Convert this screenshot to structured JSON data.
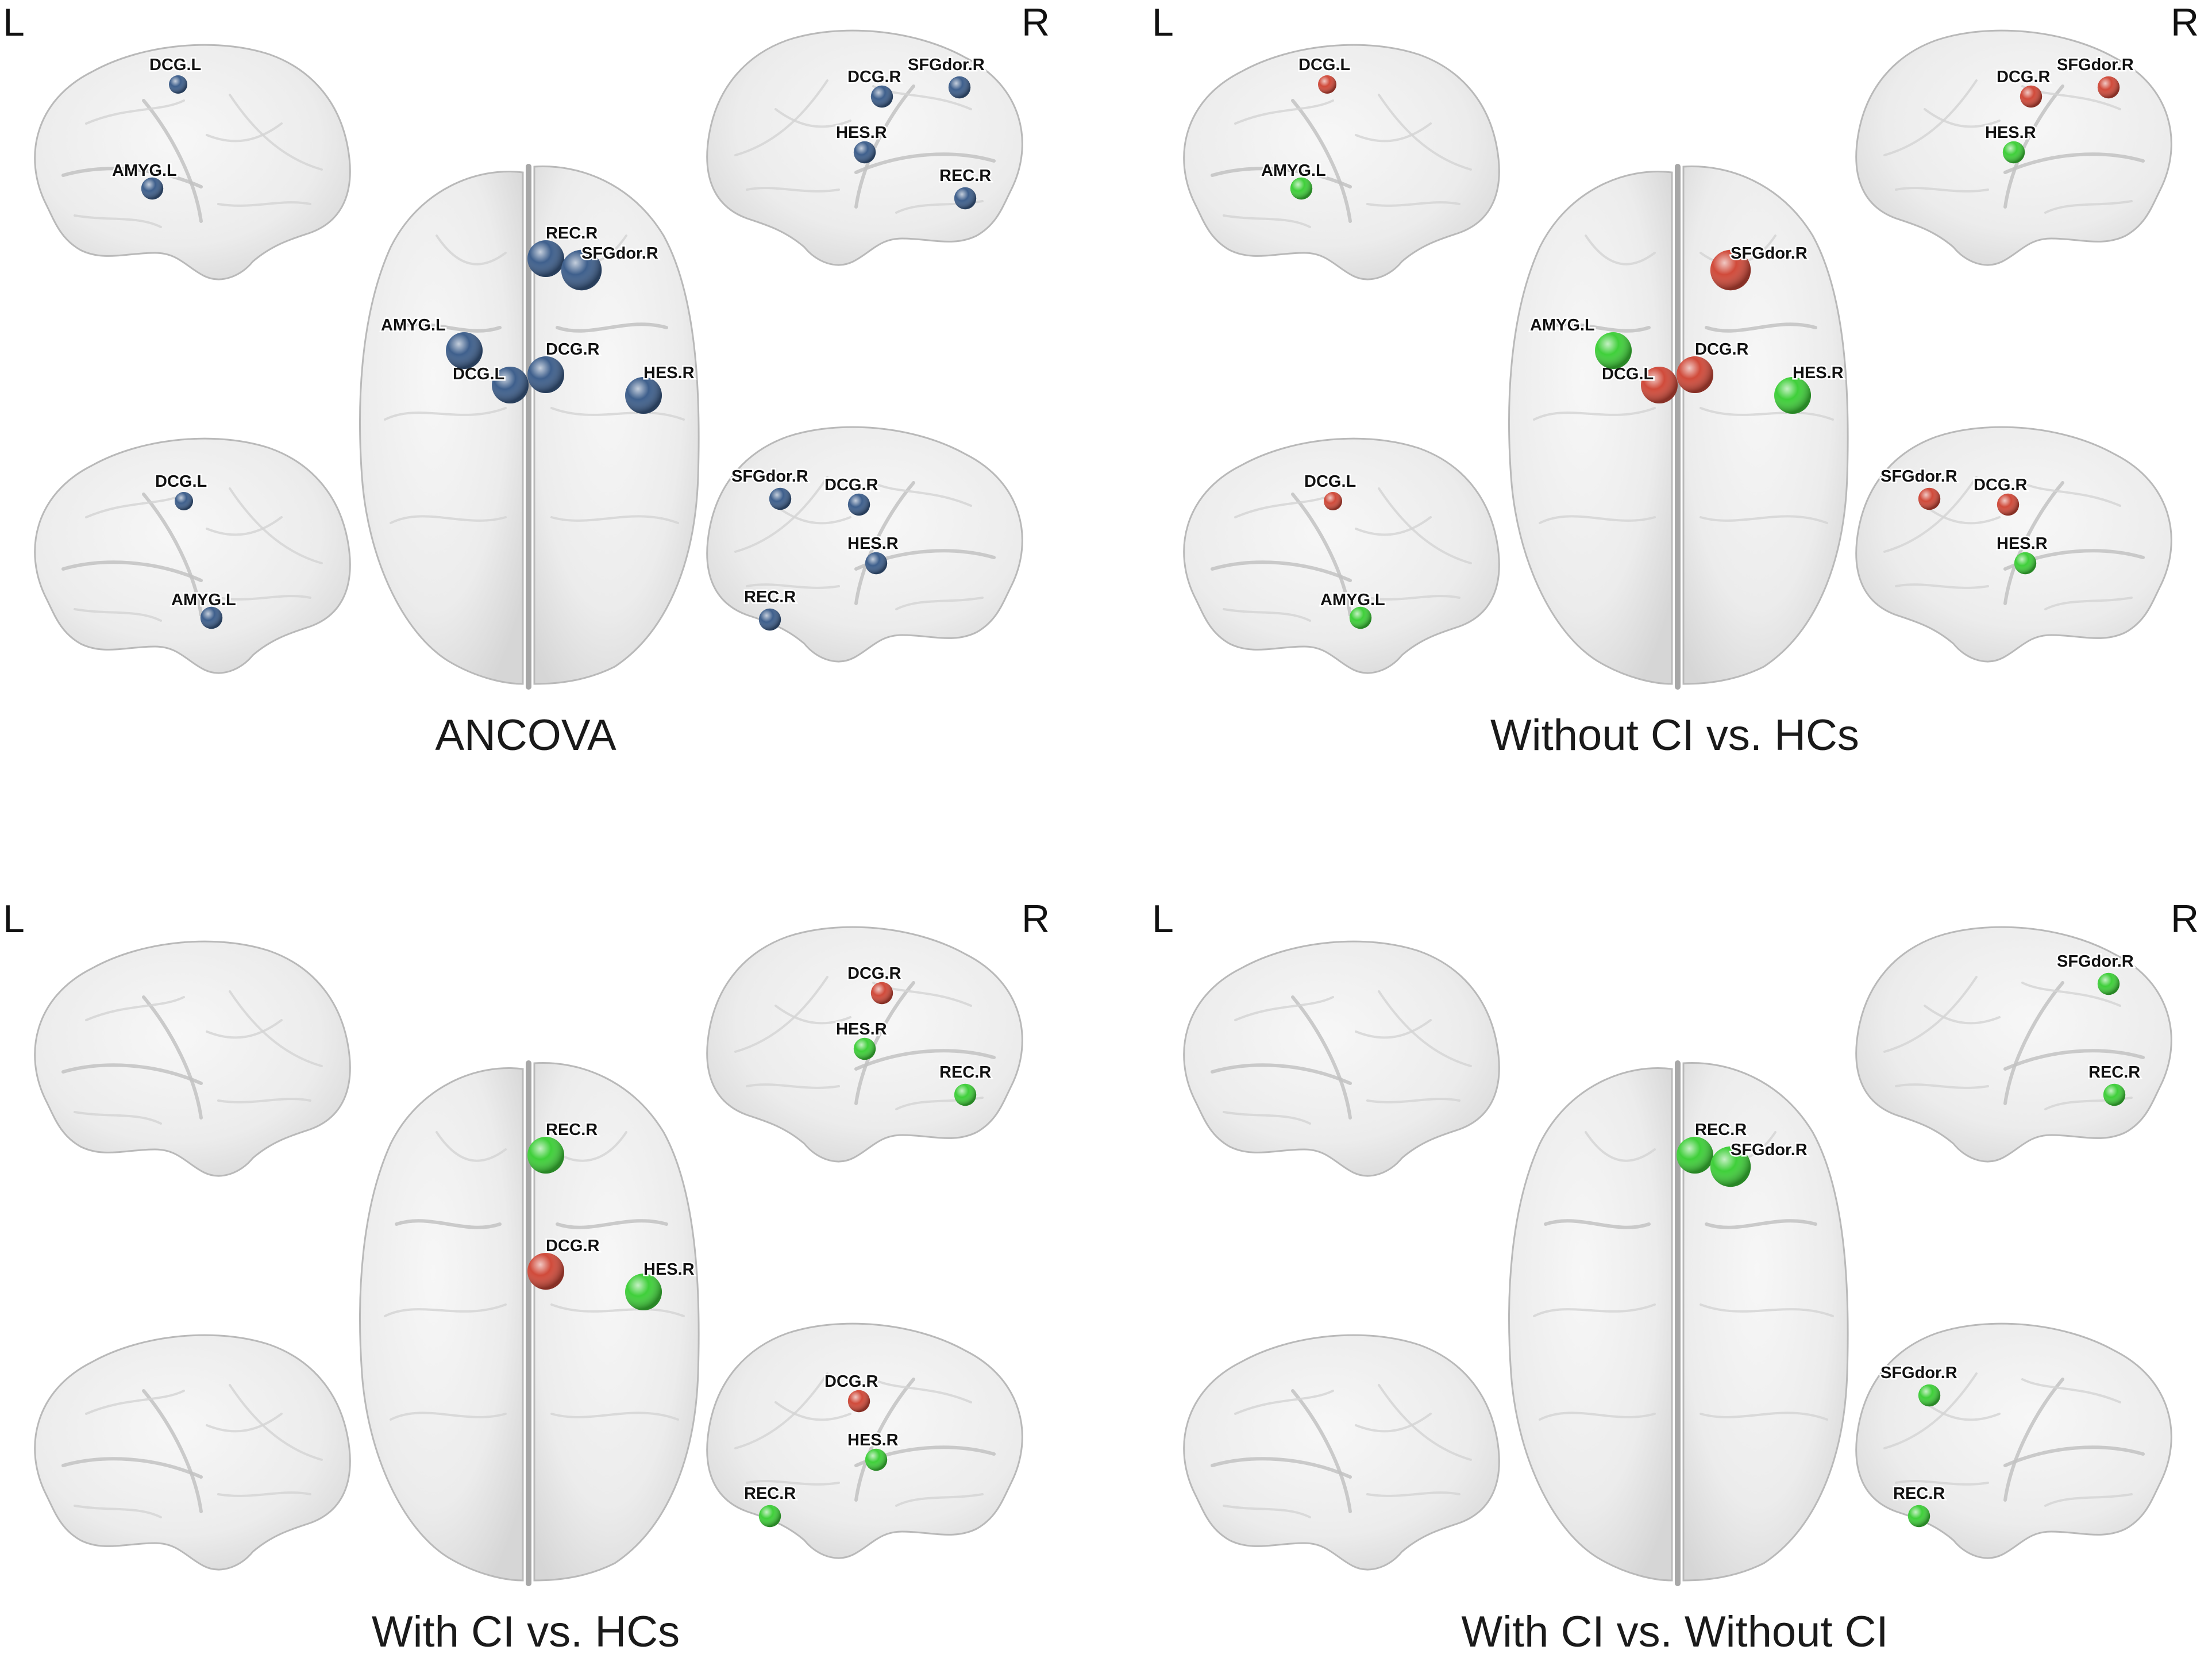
{
  "side_labels": {
    "left": "L",
    "right": "R"
  },
  "colors": {
    "ancova_node": "#3e5f8c",
    "increased_node": "#d04a3a",
    "decreased_node": "#3fcf3a",
    "brain_fill": "#ececec",
    "brain_edge": "#b9b9b9"
  },
  "panels": [
    {
      "title": "ANCOVA",
      "nodes": [
        {
          "region": "DCG.L",
          "color": "#3e5f8c"
        },
        {
          "region": "AMYG.L",
          "color": "#3e5f8c"
        },
        {
          "region": "REC.R",
          "color": "#3e5f8c"
        },
        {
          "region": "SFGdor.R",
          "color": "#3e5f8c"
        },
        {
          "region": "DCG.R",
          "color": "#3e5f8c"
        },
        {
          "region": "HES.R",
          "color": "#3e5f8c"
        }
      ]
    },
    {
      "title": "Without CI vs. HCs",
      "nodes": [
        {
          "region": "DCG.L",
          "color": "#d04a3a"
        },
        {
          "region": "AMYG.L",
          "color": "#3fcf3a"
        },
        {
          "region": "SFGdor.R",
          "color": "#d04a3a"
        },
        {
          "region": "DCG.R",
          "color": "#d04a3a"
        },
        {
          "region": "HES.R",
          "color": "#3fcf3a"
        }
      ]
    },
    {
      "title": "With CI vs. HCs",
      "nodes": [
        {
          "region": "REC.R",
          "color": "#3fcf3a"
        },
        {
          "region": "DCG.R",
          "color": "#d04a3a"
        },
        {
          "region": "HES.R",
          "color": "#3fcf3a"
        }
      ]
    },
    {
      "title": "With CI vs. Without CI",
      "nodes": [
        {
          "region": "REC.R",
          "color": "#3fcf3a"
        },
        {
          "region": "SFGdor.R",
          "color": "#3fcf3a"
        }
      ]
    }
  ]
}
